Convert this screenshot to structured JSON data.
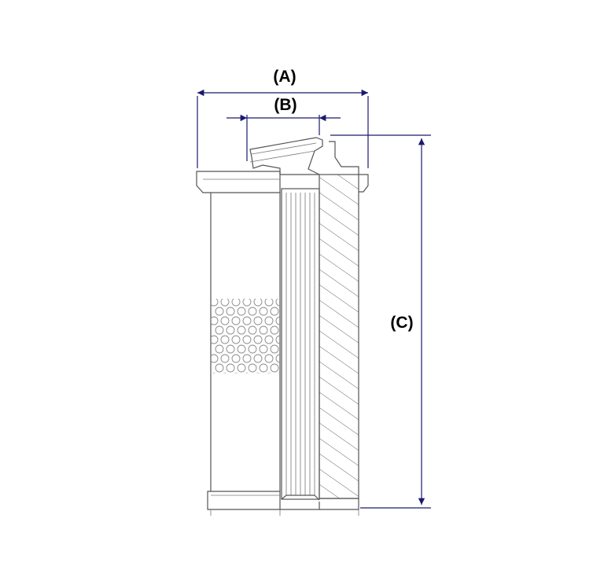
{
  "dimensions": {
    "a": {
      "label": "(A)"
    },
    "b": {
      "label": "(B)"
    },
    "c": {
      "label": "(C)"
    }
  },
  "colors": {
    "dimension_line": "#1a1a6e",
    "outline": "#555555",
    "hatch": "#666666",
    "perforation": "#8a8a8a"
  }
}
